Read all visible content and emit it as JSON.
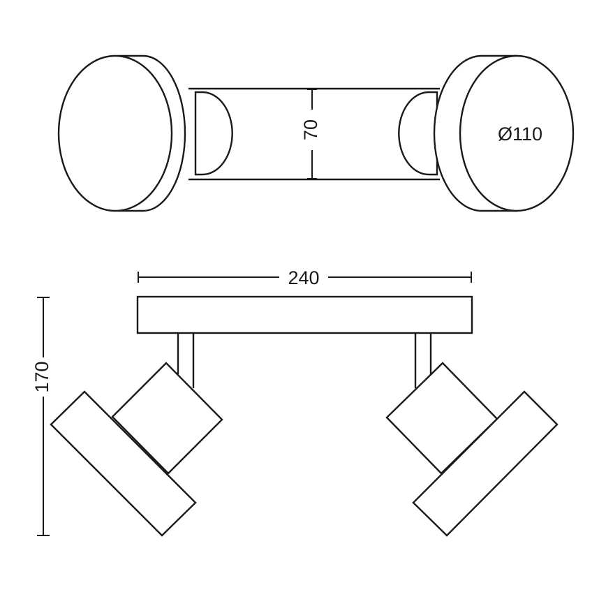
{
  "drawing": {
    "subject": "Two-spot ceiling spotlight technical drawing",
    "units": "mm",
    "views": [
      {
        "name": "top-view",
        "dimensions": {
          "bar_width": "70",
          "head_diameter": "Ø110"
        }
      },
      {
        "name": "front-view",
        "dimensions": {
          "overall_length": "240",
          "overall_height": "170"
        }
      }
    ]
  },
  "labels": {
    "bar_width": "70",
    "head_diameter": "Ø110",
    "overall_length": "240",
    "overall_height": "170"
  },
  "colors": {
    "line": "#1a1a1a",
    "background": "#ffffff"
  }
}
